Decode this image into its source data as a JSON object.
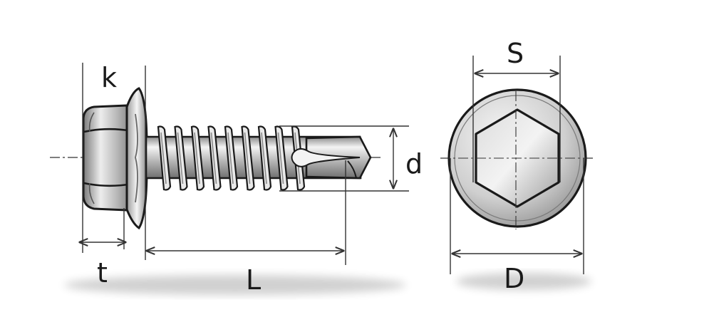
{
  "labels": {
    "k": "k",
    "t": "t",
    "L": "L",
    "d": "d",
    "S": "S",
    "D": "D"
  },
  "colors": {
    "metal_light": "#f2f2f2",
    "metal_mid": "#b9b9b9",
    "metal_dark": "#6e6e6e",
    "outline": "#1a1a1a",
    "dim_line": "#333333"
  }
}
